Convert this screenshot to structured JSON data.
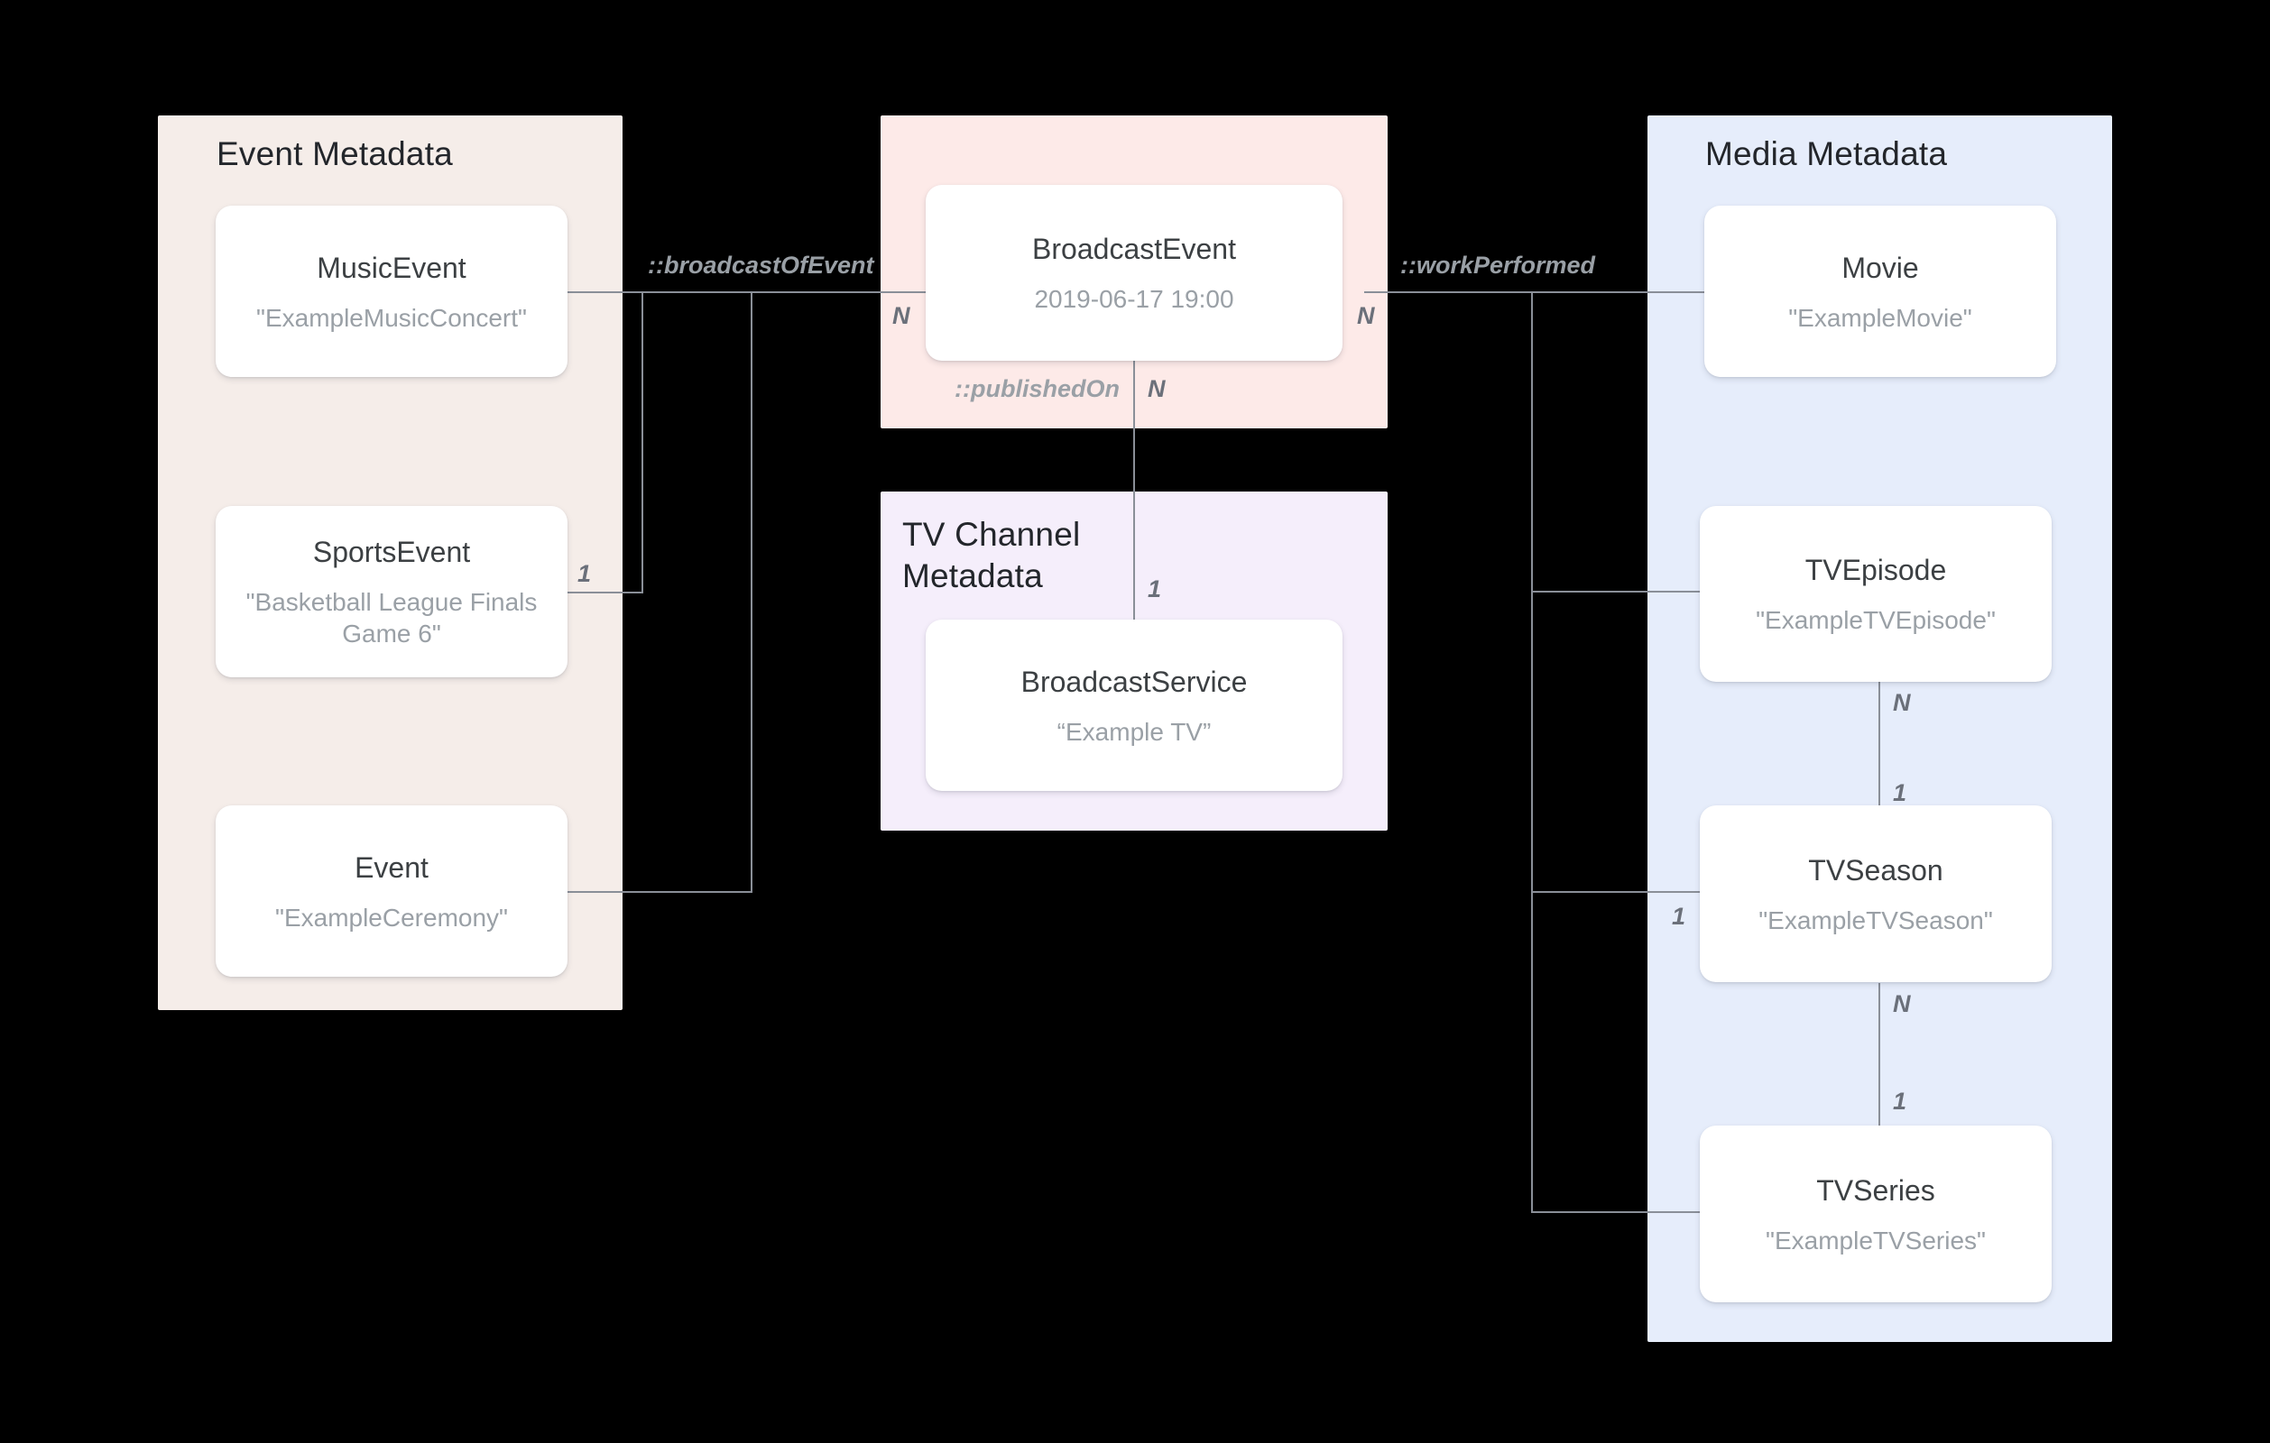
{
  "diagram": {
    "title": "Broadcast / Media metadata entity relationship diagram",
    "colors": {
      "event_panel": "#F5EDE9",
      "broadcast_panel": "#FDEAE8",
      "tvchannel_panel": "#F5EEFB",
      "media_panel": "#E6EDFB",
      "node_fill": "#FFFFFF",
      "node_title": "#3C4043",
      "node_value": "#9AA0A6",
      "panel_title": "#23262B",
      "edge": "#8A8F98",
      "canvas": "#000000"
    }
  },
  "panels": [
    {
      "id": "event",
      "title": "Event Metadata"
    },
    {
      "id": "broadcast",
      "title": ""
    },
    {
      "id": "tvchannel",
      "title": "TV Channel\nMetadata"
    },
    {
      "id": "media",
      "title": "Media Metadata"
    }
  ],
  "nodes": {
    "music_event": {
      "type": "MusicEvent",
      "value": "\"ExampleMusicConcert\""
    },
    "sports_event": {
      "type": "SportsEvent",
      "value": "\"Basketball League Finals Game 6\""
    },
    "event": {
      "type": "Event",
      "value": "\"ExampleCeremony\""
    },
    "broadcast_event": {
      "type": "BroadcastEvent",
      "value": "2019-06-17 19:00"
    },
    "broadcast_service": {
      "type": "BroadcastService",
      "value": "“Example TV”"
    },
    "movie": {
      "type": "Movie",
      "value": "\"ExampleMovie\""
    },
    "tv_episode": {
      "type": "TVEpisode",
      "value": "\"ExampleTVEpisode\""
    },
    "tv_season": {
      "type": "TVSeason",
      "value": "\"ExampleTVSeason\""
    },
    "tv_series": {
      "type": "TVSeries",
      "value": "\"ExampleTVSeries\""
    }
  },
  "relations": [
    {
      "id": "broadcast_of_event",
      "label": "::broadcastOfEvent",
      "from": "event_types",
      "to": "broadcast_event",
      "from_mult": "1",
      "to_mult": "N"
    },
    {
      "id": "work_performed",
      "label": "::workPerformed",
      "from": "broadcast_event",
      "to": "media_types",
      "from_mult": "N",
      "to_mult": "1"
    },
    {
      "id": "published_on",
      "label": "::publishedOn",
      "from": "broadcast_event",
      "to": "broadcast_service",
      "from_mult": "N",
      "to_mult": "1"
    },
    {
      "id": "episode_season",
      "label": "",
      "from": "tv_episode",
      "to": "tv_season",
      "from_mult": "N",
      "to_mult": "1"
    },
    {
      "id": "season_series",
      "label": "",
      "from": "tv_season",
      "to": "tv_series",
      "from_mult": "N",
      "to_mult": "1"
    }
  ],
  "multiplicities": {
    "broadcast_of_event_left": "1",
    "broadcast_of_event_right": "N",
    "work_performed_left": "N",
    "published_on_n": "N",
    "published_on_1": "1",
    "episode_to_season_n": "N",
    "episode_to_season_1": "1",
    "season_to_series_n": "N",
    "season_to_series_1": "1",
    "media_group_1": "1"
  }
}
